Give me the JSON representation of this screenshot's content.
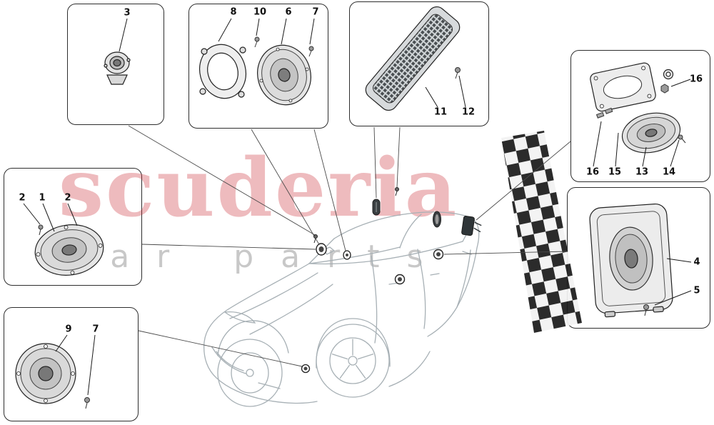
{
  "watermark": {
    "line1": "scuderia",
    "line2": "car parts",
    "accent_color": "#c92c34",
    "secondary_color": "#7d7d7d"
  },
  "callouts": {
    "tweeter_panel": [
      "3"
    ],
    "front_speaker_panel": [
      "8",
      "10",
      "6",
      "7"
    ],
    "grille_panel": [
      "11",
      "12"
    ],
    "rear_bracket_panel": [
      "16",
      "16",
      "15",
      "13",
      "14"
    ],
    "mid_speaker_panel": [
      "2",
      "1",
      "2"
    ],
    "subwoofer_panel": [
      "4",
      "5"
    ],
    "rear_shelf_panel": [
      "9",
      "7"
    ]
  }
}
